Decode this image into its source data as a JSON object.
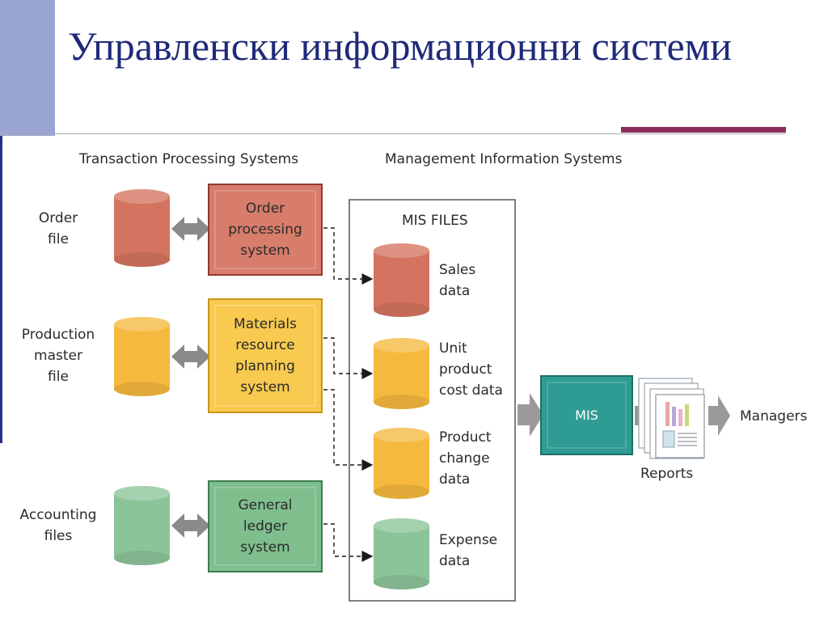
{
  "title": "Управленски информационни системи",
  "diagram": {
    "tps_header": "Transaction Processing Systems",
    "mis_header": "Management Information Systems",
    "source_files": [
      {
        "label": "Order\nfile",
        "color": "#d4735f"
      },
      {
        "label": "Production\nmaster\nfile",
        "color": "#f5b93d"
      },
      {
        "label": "Accounting\nfiles",
        "color": "#8cc49a"
      }
    ],
    "systems": [
      {
        "label": "Order\nprocessing\nsystem",
        "color": "#d87d6b"
      },
      {
        "label": "Materials\nresource\nplanning\nsystem",
        "color": "#f8ca4f"
      },
      {
        "label": "General\nledger\nsystem",
        "color": "#7fbf8e"
      }
    ],
    "mis_files_title": "MIS FILES",
    "mis_files": [
      {
        "label": "Sales\ndata",
        "color": "#d4735f"
      },
      {
        "label": "Unit\nproduct\ncost data",
        "color": "#f5b93d"
      },
      {
        "label": "Product\nchange\ndata",
        "color": "#f5b93d"
      },
      {
        "label": "Expense\ndata",
        "color": "#8cc49a"
      }
    ],
    "mis_box": {
      "label": "MIS",
      "color": "#2e9c92"
    },
    "reports_label": "Reports",
    "managers_label": "Managers"
  }
}
